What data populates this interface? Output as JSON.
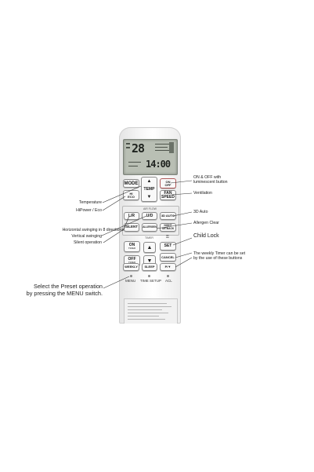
{
  "lcd": {
    "temperature": "28",
    "clock": "14:00"
  },
  "buttons": {
    "mode": "MODE",
    "on": "ON",
    "off": "OFF",
    "hi_power": "HI",
    "eco": "ECO",
    "temp": "TEMP",
    "fan": "FAN",
    "speed": "SPEED",
    "lr": "L/R",
    "ud": "U/D",
    "auto_3d": "3D AUTO",
    "silent": "SILENT",
    "allergen": "ALLERGEN",
    "night": "NIGHT",
    "setback": "SETBACK",
    "on_timer": "ON",
    "on_timer_sub": "TIMER",
    "set": "SET",
    "off_timer": "OFF",
    "off_timer_sub": "TIMER",
    "cancel": "CANCEL",
    "weekly": "WEEKLY",
    "sleep": "SLEEP",
    "program": "P/▼"
  },
  "panel_labels": {
    "air_flow": "AIR FLOW",
    "timer": "TIMER"
  },
  "bottom_labels": {
    "menu": "MENU",
    "time_setup": "TIME SETUP",
    "acl": "ACL"
  },
  "annotations": {
    "onoff_line1": "ON & OFF with",
    "onoff_line2": "luminescent button",
    "ventilation": "Ventilation",
    "temperature": "Temperature",
    "hipower_eco": "HiPower / Eco",
    "auto_3d": "3D Auto",
    "allergen_clear": "Allergen Clear",
    "horizontal_swinging": "Horizontal swinging in 8 directions",
    "vertical_swinging": "Vertical swinging",
    "silent_operation": "Silent operation",
    "child_lock": "Child Lock",
    "weekly_line1": "The weekly Timer can be set",
    "weekly_line2": "by the use of these buttons",
    "preset_line1": "Select the Preset operation",
    "preset_line2": "by pressing the MENU switch."
  }
}
